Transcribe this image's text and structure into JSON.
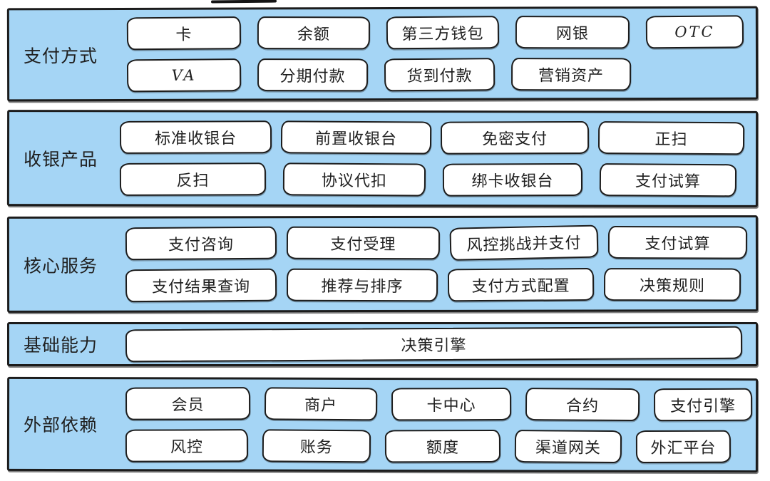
{
  "colors": {
    "band_fill": "#a5d5f5",
    "stroke": "#1c1c1c",
    "box_fill": "#ffffff",
    "text": "#1f1f1f"
  },
  "sections": [
    {
      "id": "payment-methods",
      "label": "支付方式",
      "rows": [
        [
          "卡",
          "余额",
          "第三方钱包",
          "网银",
          "OTC"
        ],
        [
          "VA",
          "分期付款",
          "货到付款",
          "营销资产"
        ]
      ]
    },
    {
      "id": "cashier-products",
      "label": "收银产品",
      "rows": [
        [
          "标准收银台",
          "前置收银台",
          "免密支付",
          "正扫"
        ],
        [
          "反扫",
          "协议代扣",
          "绑卡收银台",
          "支付试算"
        ]
      ]
    },
    {
      "id": "core-services",
      "label": "核心服务",
      "rows": [
        [
          "支付咨询",
          "支付受理",
          "风控挑战并支付",
          "支付试算"
        ],
        [
          "支付结果查询",
          "推荐与排序",
          "支付方式配置",
          "决策规则"
        ]
      ]
    },
    {
      "id": "foundation-capabilities",
      "label": "基础能力",
      "rows": [
        [
          "决策引擎"
        ]
      ]
    },
    {
      "id": "external-dependencies",
      "label": "外部依赖",
      "rows": [
        [
          "会员",
          "商户",
          "卡中心",
          "合约",
          "支付引擎"
        ],
        [
          "风控",
          "账务",
          "额度",
          "渠道网关",
          "外汇平台"
        ]
      ]
    }
  ]
}
